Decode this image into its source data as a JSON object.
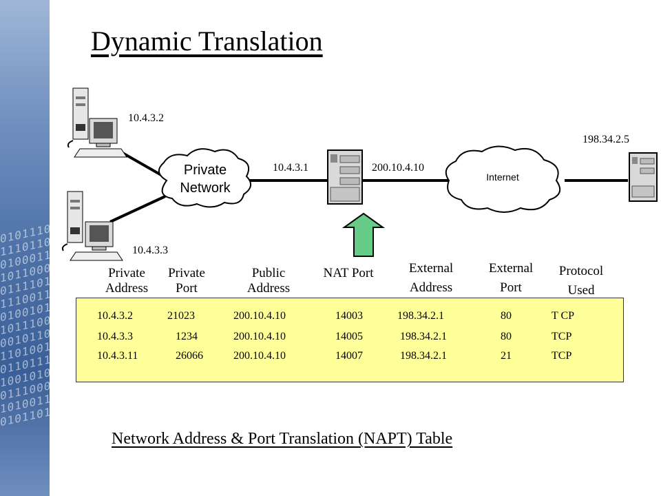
{
  "title": "Dynamic Translation",
  "hosts": {
    "host1_ip": "10.4.3.2",
    "host2_ip": "10.4.3.3",
    "remote_ip": "198.34.2.5"
  },
  "private_network": {
    "line1": "Private",
    "line2": "Network"
  },
  "nat": {
    "inside_ip": "10.4.3.1",
    "outside_ip": "200.10.4.10"
  },
  "internet_label": "Internet",
  "columns": [
    [
      "Private",
      "Address"
    ],
    [
      "Private",
      "Port"
    ],
    [
      "Public",
      "Address"
    ],
    [
      "NAT Port"
    ],
    [
      "External",
      "Address"
    ],
    [
      "External",
      "Port"
    ],
    [
      "Protocol",
      "Used"
    ]
  ],
  "table": {
    "rows": [
      [
        "10.4.3.2",
        "21023",
        "200.10.4.10",
        "14003",
        "198.34.2.1",
        "80",
        "T CP"
      ],
      [
        "10.4.3.3",
        "1234",
        "200.10.4.10",
        "14005",
        "198.34.2.1",
        "80",
        "TCP"
      ],
      [
        "10.4.3.11",
        "26066",
        "200.10.4.10",
        "14007",
        "198.34.2.1",
        "21",
        "TCP"
      ]
    ]
  },
  "caption": "Network Address & Port Translation (NAPT) Table",
  "colors": {
    "table_bg": "#ffff99",
    "arrow": "#66cc88",
    "side_band": "#4f73a8"
  }
}
